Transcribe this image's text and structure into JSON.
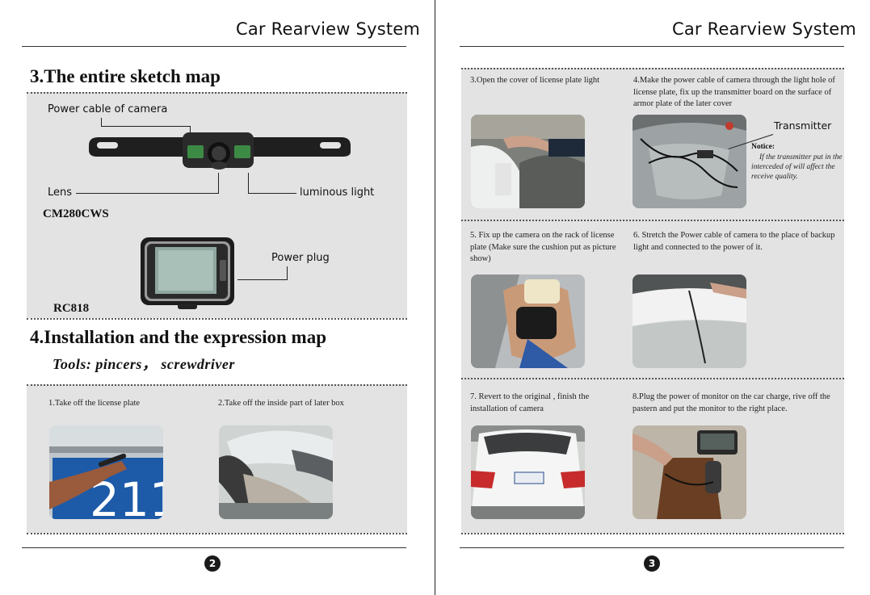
{
  "header": {
    "title": "Car Rearview System"
  },
  "left": {
    "section3_title": "3.The entire sketch map",
    "callouts": {
      "power_cable": "Power cable of camera",
      "lens": "Lens",
      "luminous": "luminous light",
      "power_plug": "Power plug"
    },
    "models": {
      "camera": "CM280CWS",
      "monitor": "RC818"
    },
    "section4_title": "4.Installation and the expression map",
    "tools": "Tools: pincers， screwdriver",
    "steps": [
      "1.Take off the license plate",
      "2.Take off the inside part of later box"
    ],
    "page_number": "2"
  },
  "right": {
    "steps": [
      "3.Open the cover of license plate light",
      "4.Make the power cable of camera through the light hole of license plate, fix up the transmitter board on the  surface of armor plate of the later cover",
      "5. Fix up the camera on the rack of license plate (Make sure the cushion put as picture show)",
      "6. Stretch the Power cable of camera to the place of backup light and connected to the power of it.",
      "7. Revert to the original , finish the installation of camera",
      " 8.Plug the power of monitor on the car charge, rive off the pastern and put the monitor to the right place."
    ],
    "transmitter_label": "Transmitter",
    "notice_head": "Notice:",
    "notice_body": "If the transmitter put in the interceded of will affect the receive quality.",
    "plate_text": "211",
    "page_number": "3"
  }
}
